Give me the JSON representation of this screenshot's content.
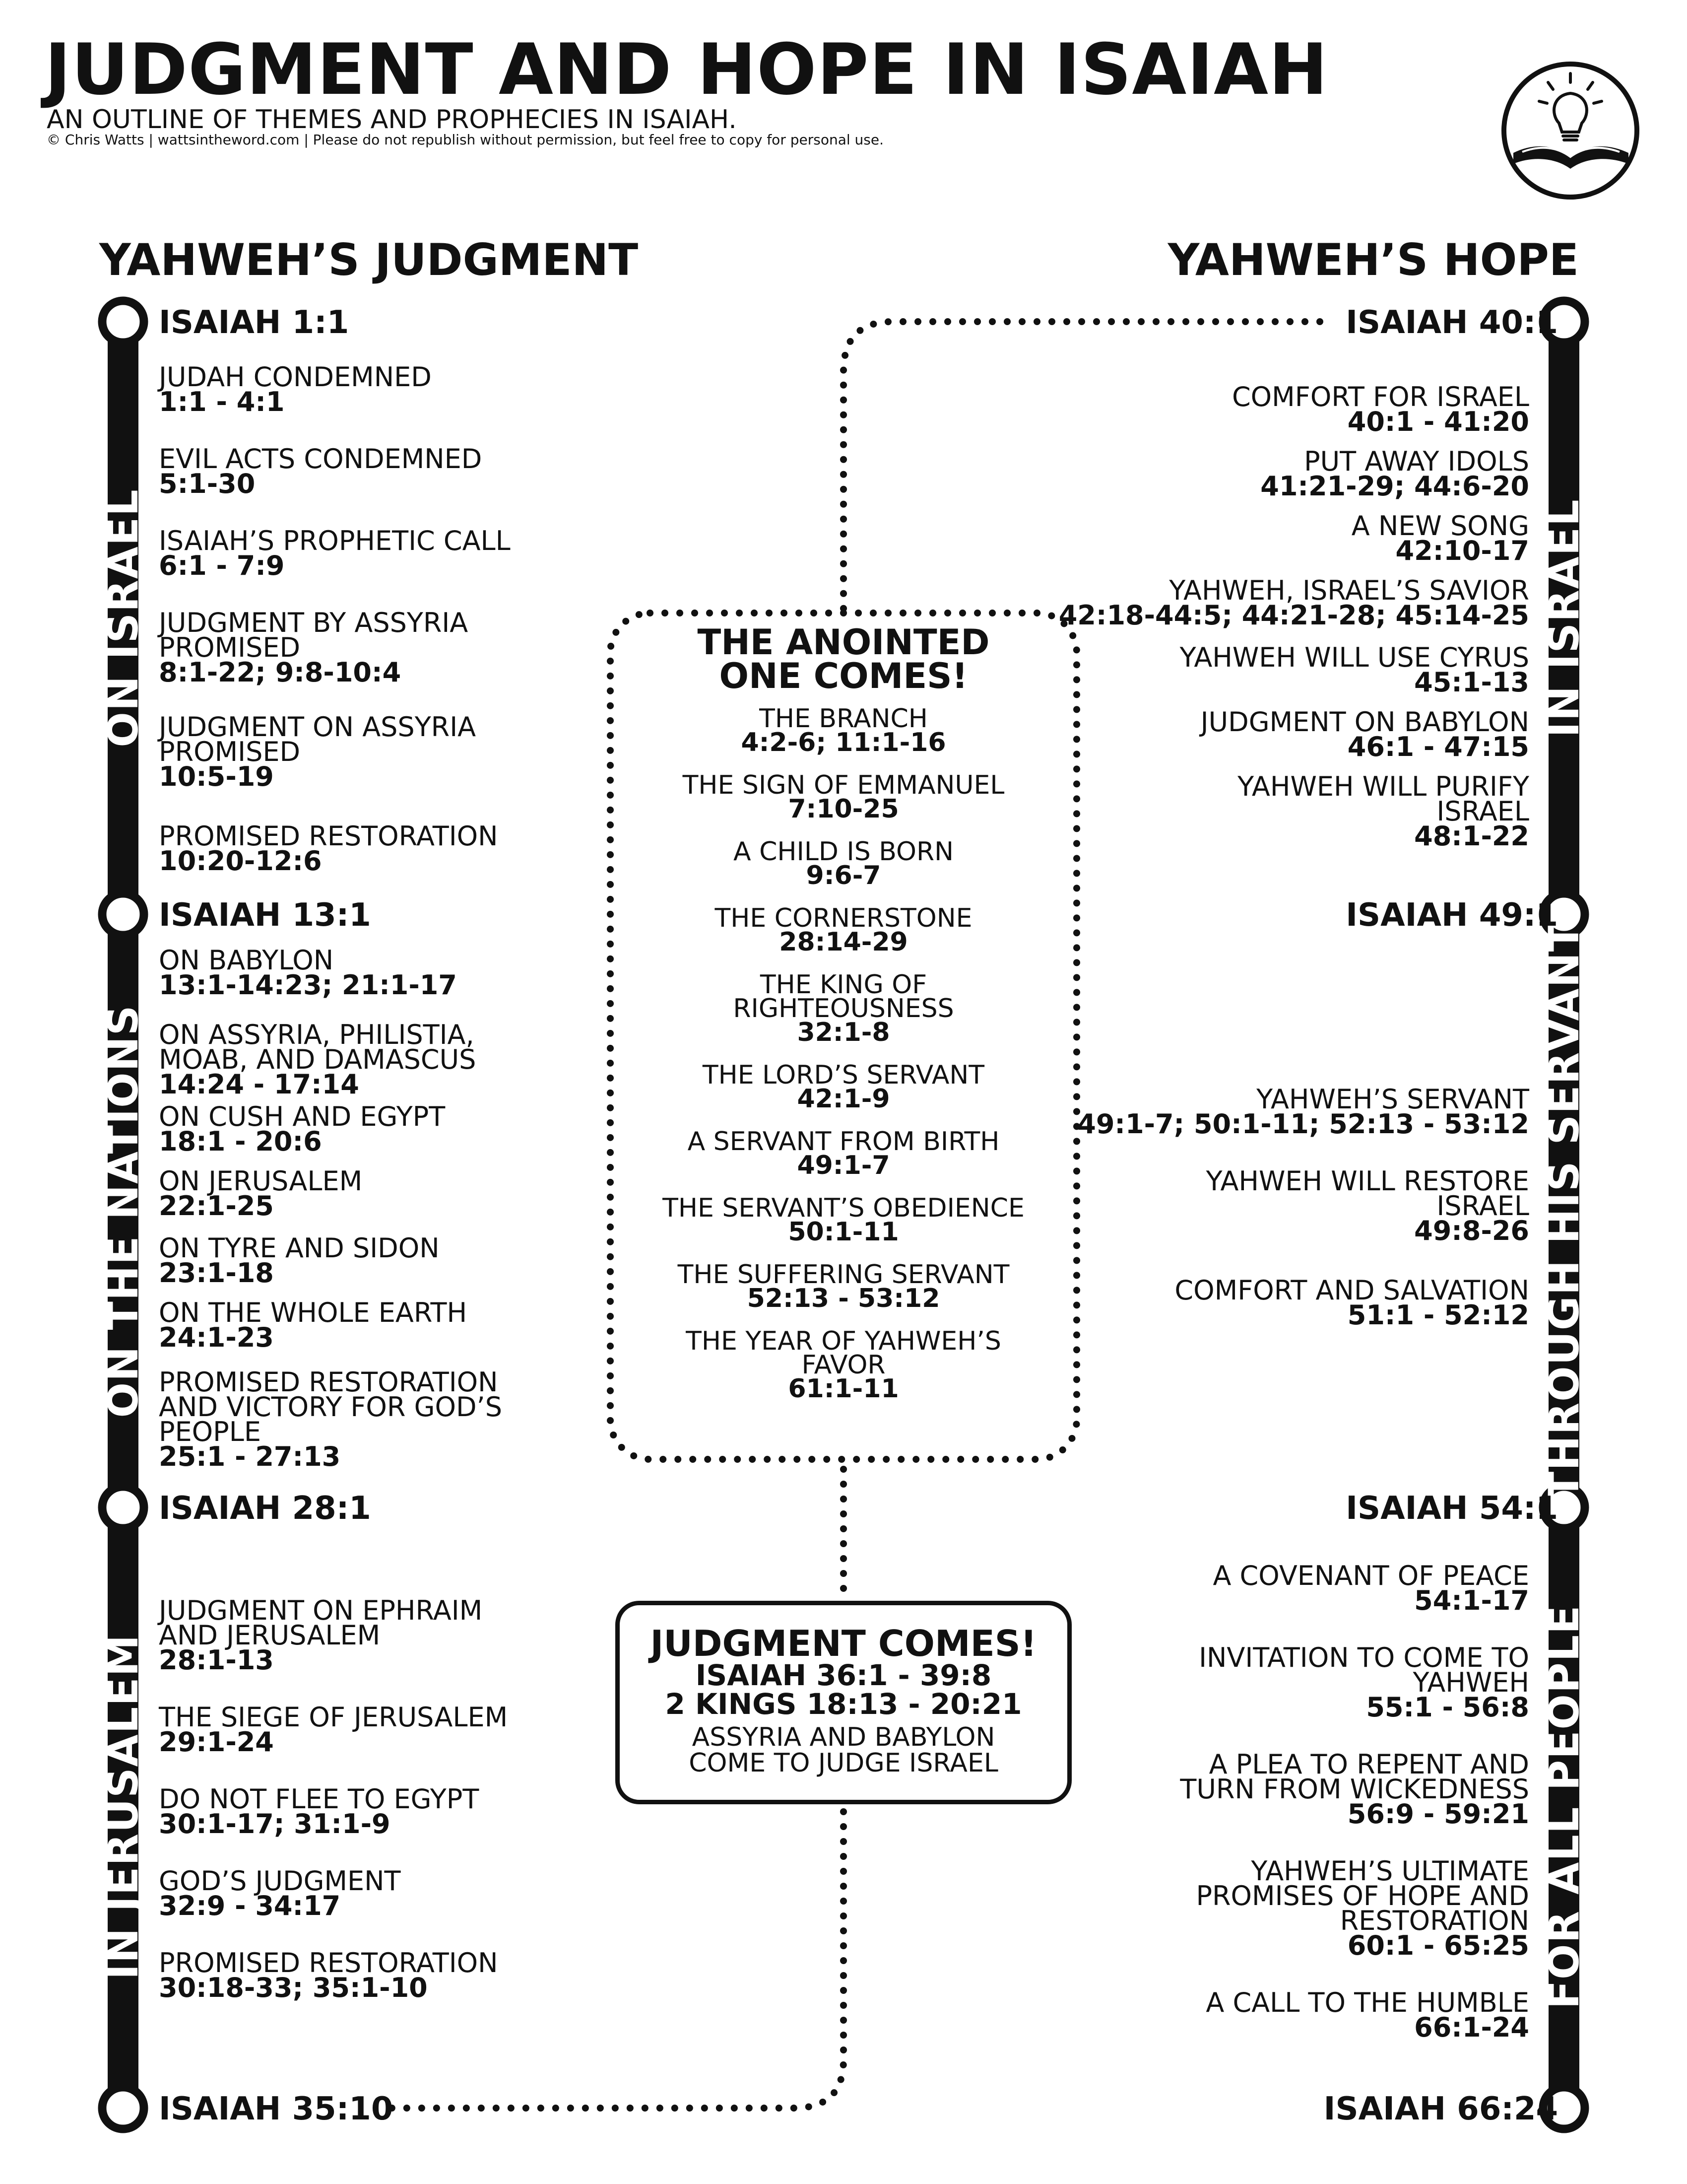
{
  "header": {
    "title": "JUDGMENT AND HOPE IN ISAIAH",
    "subtitle": "AN OUTLINE OF THEMES AND PROPHECIES IN ISAIAH.",
    "copyright": "© Chris Watts | wattsintheword.com | Please do not republish without permission, but feel free to copy for personal use.",
    "logo_icon": "lightbulb-over-open-book-icon"
  },
  "left": {
    "heading": "YAHWEH’S JUDGMENT",
    "rail_labels": [
      "ON ISRAEL",
      "ON THE NATIONS",
      "IN JERUSALEM"
    ],
    "nodes": [
      "ISAIAH 1:1",
      "ISAIAH 13:1",
      "ISAIAH 28:1",
      "ISAIAH 35:10"
    ],
    "sections": [
      {
        "items": [
          {
            "title": [
              "JUDAH CONDEMNED"
            ],
            "ref": "1:1 - 4:1"
          },
          {
            "title": [
              "EVIL ACTS CONDEMNED"
            ],
            "ref": "5:1-30"
          },
          {
            "title": [
              "ISAIAH’S PROPHETIC CALL"
            ],
            "ref": "6:1 - 7:9"
          },
          {
            "title": [
              "JUDGMENT BY ASSYRIA",
              "PROMISED"
            ],
            "ref": "8:1-22; 9:8-10:4"
          },
          {
            "title": [
              "JUDGMENT ON ASSYRIA",
              "PROMISED"
            ],
            "ref": "10:5-19"
          },
          {
            "title": [
              "PROMISED RESTORATION"
            ],
            "ref": "10:20-12:6"
          }
        ]
      },
      {
        "items": [
          {
            "title": [
              "ON BABYLON"
            ],
            "ref": "13:1-14:23; 21:1-17"
          },
          {
            "title": [
              "ON ASSYRIA, PHILISTIA,",
              "MOAB, AND DAMASCUS"
            ],
            "ref": "14:24 - 17:14"
          },
          {
            "title": [
              "ON CUSH AND EGYPT"
            ],
            "ref": "18:1 - 20:6"
          },
          {
            "title": [
              "ON JERUSALEM"
            ],
            "ref": "22:1-25"
          },
          {
            "title": [
              "ON TYRE AND SIDON"
            ],
            "ref": "23:1-18"
          },
          {
            "title": [
              "ON THE WHOLE EARTH"
            ],
            "ref": "24:1-23"
          },
          {
            "title": [
              "PROMISED RESTORATION",
              "AND VICTORY FOR GOD’S",
              "PEOPLE"
            ],
            "ref": "25:1 - 27:13"
          }
        ]
      },
      {
        "items": [
          {
            "title": [
              "JUDGMENT ON EPHRAIM",
              "AND JERUSALEM"
            ],
            "ref": "28:1-13"
          },
          {
            "title": [
              "THE SIEGE OF JERUSALEM"
            ],
            "ref": "29:1-24"
          },
          {
            "title": [
              "DO NOT FLEE TO EGYPT"
            ],
            "ref": "30:1-17; 31:1-9"
          },
          {
            "title": [
              "GOD’S JUDGMENT"
            ],
            "ref": "32:9 - 34:17"
          },
          {
            "title": [
              "PROMISED RESTORATION"
            ],
            "ref": "30:18-33; 35:1-10"
          }
        ]
      }
    ]
  },
  "right": {
    "heading": "YAHWEH’S HOPE",
    "rail_labels": [
      "IN ISRAEL",
      "THROUGH HIS SERVANT",
      "FOR ALL PEOPLE"
    ],
    "nodes": [
      "ISAIAH 40:1",
      "ISAIAH 49:1",
      "ISAIAH 54:1",
      "ISAIAH 66:24"
    ],
    "sections": [
      {
        "items": [
          {
            "title": [
              "COMFORT FOR ISRAEL"
            ],
            "ref": "40:1 - 41:20"
          },
          {
            "title": [
              "PUT AWAY IDOLS"
            ],
            "ref": "41:21-29; 44:6-20"
          },
          {
            "title": [
              "A NEW SONG"
            ],
            "ref": "42:10-17"
          },
          {
            "title": [
              "YAHWEH, ISRAEL’S SAVIOR"
            ],
            "ref": "42:18-44:5; 44:21-28; 45:14-25"
          },
          {
            "title": [
              "YAHWEH WILL USE CYRUS"
            ],
            "ref": "45:1-13"
          },
          {
            "title": [
              "JUDGMENT ON BABYLON"
            ],
            "ref": "46:1 - 47:15"
          },
          {
            "title": [
              "YAHWEH WILL PURIFY",
              "ISRAEL"
            ],
            "ref": "48:1-22"
          }
        ]
      },
      {
        "items": [
          {
            "title": [
              "YAHWEH’S SERVANT"
            ],
            "ref": "49:1-7; 50:1-11; 52:13 - 53:12"
          },
          {
            "title": [
              "YAHWEH WILL RESTORE",
              "ISRAEL"
            ],
            "ref": "49:8-26"
          },
          {
            "title": [
              "COMFORT AND SALVATION"
            ],
            "ref": "51:1 - 52:12"
          }
        ]
      },
      {
        "items": [
          {
            "title": [
              "A COVENANT OF PEACE"
            ],
            "ref": "54:1-17"
          },
          {
            "title": [
              "INVITATION TO COME TO",
              "YAHWEH"
            ],
            "ref": "55:1 - 56:8"
          },
          {
            "title": [
              "A PLEA TO REPENT AND",
              "TURN FROM WICKEDNESS"
            ],
            "ref": "56:9 - 59:21"
          },
          {
            "title": [
              "YAHWEH’S ULTIMATE",
              "PROMISES OF HOPE AND",
              "RESTORATION"
            ],
            "ref": "60:1 - 65:25"
          },
          {
            "title": [
              "A CALL TO THE HUMBLE"
            ],
            "ref": "66:1-24"
          }
        ]
      }
    ]
  },
  "center": {
    "anointed": {
      "title": [
        "THE ANOINTED",
        "ONE COMES!"
      ],
      "items": [
        {
          "title": [
            "THE BRANCH"
          ],
          "ref": "4:2-6; 11:1-16"
        },
        {
          "title": [
            "THE SIGN OF EMMANUEL"
          ],
          "ref": "7:10-25"
        },
        {
          "title": [
            "A CHILD IS BORN"
          ],
          "ref": "9:6-7"
        },
        {
          "title": [
            "THE CORNERSTONE"
          ],
          "ref": "28:14-29"
        },
        {
          "title": [
            "THE KING OF",
            "RIGHTEOUSNESS"
          ],
          "ref": "32:1-8"
        },
        {
          "title": [
            "THE LORD’S SERVANT"
          ],
          "ref": "42:1-9"
        },
        {
          "title": [
            "A SERVANT FROM BIRTH"
          ],
          "ref": "49:1-7"
        },
        {
          "title": [
            "THE SERVANT’S OBEDIENCE"
          ],
          "ref": "50:1-11"
        },
        {
          "title": [
            "THE SUFFERING SERVANT"
          ],
          "ref": "52:13 - 53:12"
        },
        {
          "title": [
            "THE YEAR OF YAHWEH’S",
            "FAVOR"
          ],
          "ref": "61:1-11"
        }
      ]
    },
    "judgment": {
      "title": "JUDGMENT COMES!",
      "ref1": "ISAIAH 36:1 - 39:8",
      "ref2": "2 KINGS 18:13 - 20:21",
      "desc": [
        "ASSYRIA AND BABYLON",
        "COME TO JUDGE ISRAEL"
      ]
    }
  }
}
